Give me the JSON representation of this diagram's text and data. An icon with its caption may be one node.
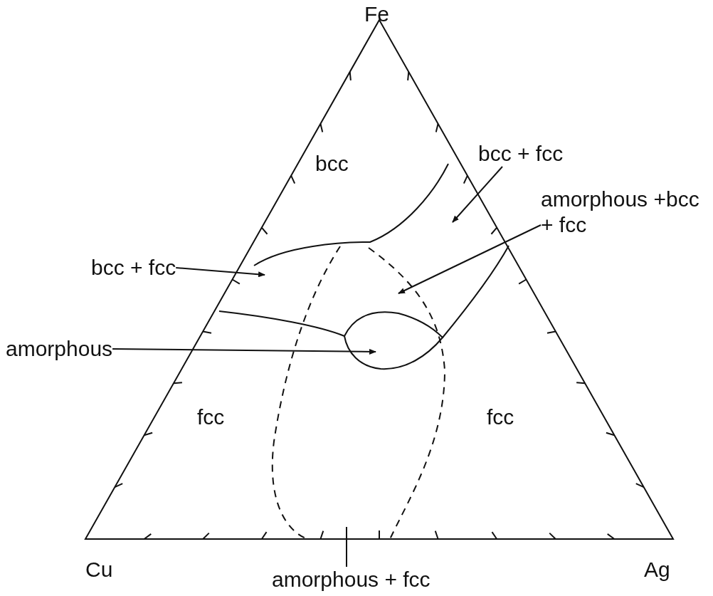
{
  "diagram": {
    "nodes": [
      {
        "text": [
          "bcc + fcc"
        ]
      },
      {
        "text": [
          "amorphous +bcc + fcc"
        ]
      },
      {
        "text": [
          "bcc + fcc"
        ]
      },
      {
        "text": [
          "amorphous"
        ]
      },
      {
        "text": [
          "amorphous + fcc"
        ]
      }
    ],
    "edges": [
      {
        "from": 0,
        "to": null,
        "arrow": "to"
      },
      {
        "from": 1,
        "to": null,
        "arrow": "to"
      },
      {
        "from": 2,
        "to": null,
        "arrow": "to"
      },
      {
        "from": 3,
        "to": null,
        "arrow": "to"
      },
      {
        "from": 4,
        "to": null,
        "arrow": "none"
      }
    ],
    "labels": [
      "Fe",
      "bcc",
      "fcc",
      "fcc",
      "Cu",
      "Ag"
    ]
  }
}
